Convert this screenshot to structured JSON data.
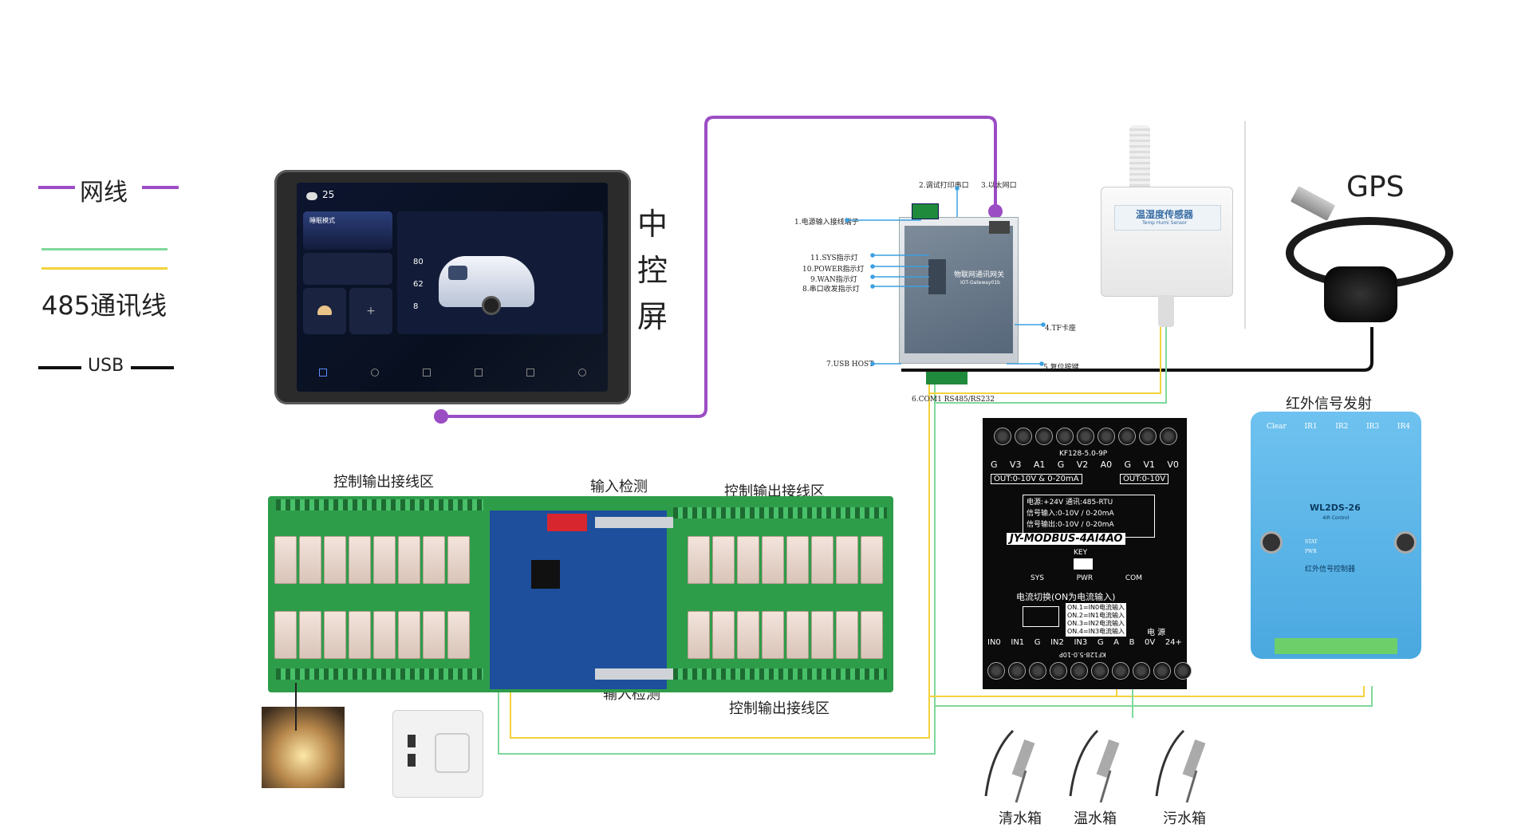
{
  "legend": {
    "network": "网线",
    "rs485": "485通讯线",
    "usb": "USB",
    "colors": {
      "network": "#9b4dc4",
      "rs485_a": "#7fd89c",
      "rs485_b": "#f2d23c",
      "usb": "#111111"
    }
  },
  "control_screen": {
    "label_chars": [
      "中",
      "控",
      "屏"
    ],
    "status_temp": "25",
    "mode_label": "睡眠模式",
    "card_labels": [
      "80",
      "62",
      "8"
    ],
    "nav_icons": [
      "home-icon",
      "bulb-icon",
      "climate-icon",
      "water-icon",
      "power-icon",
      "settings-icon"
    ]
  },
  "gateway": {
    "title": "物联网通讯网关",
    "subtitle": "IOT-Gateway01b",
    "callouts": [
      "1.电源输入接线端子",
      "2.调试打印串口",
      "3.以太网口",
      "4.TF卡座",
      "5.复位按键",
      "6.COM1 RS485/RS232",
      "7.USB HOST",
      "8.串口收发指示灯",
      "9.WAN指示灯",
      "10.POWER指示灯",
      "11.SYS指示灯"
    ]
  },
  "sensor": {
    "brand": "温湿度传感器",
    "brand_en": "Temp Humi Sensor"
  },
  "gps": {
    "label": "GPS"
  },
  "ir": {
    "title": "红外信号发射",
    "leds": [
      "Clear",
      "IR1",
      "IR2",
      "IR3",
      "IR4"
    ],
    "model": "WL2DS-26",
    "model_sub": "4IR Control",
    "body_text": "红外信号控制器",
    "status_leds": [
      "STAT",
      "PWR"
    ]
  },
  "io_module": {
    "top_header": "KF128-5.0-9P",
    "top_pins": [
      "G",
      "V3",
      "A1",
      "G",
      "V2",
      "A0",
      "G",
      "V1",
      "V0"
    ],
    "out_left": "OUT:0-10V & 0-20mA",
    "out_right": "OUT:0-10V",
    "spec_lines": [
      "电源:+24V 通讯:485-RTU",
      "信号输入:0-10V / 0-20mA",
      "信号输出:0-10V / 0-20mA"
    ],
    "model": "JY-MODBUS-4AI4AO",
    "key": "KEY",
    "leds": [
      "SYS",
      "PWR",
      "COM"
    ],
    "switch_title": "电流切换(ON为电流输入)",
    "switch_lines": [
      "ON.1=IN0电流输入",
      "ON.2=IN1电流输入",
      "ON.3=IN2电流输入",
      "ON.4=IN3电流输入"
    ],
    "power_label": "电 源",
    "bottom_pins": [
      "IN0",
      "IN1",
      "G",
      "IN2",
      "IN3",
      "G",
      "A",
      "B",
      "0V",
      "24+"
    ],
    "bottom_header": "KF128-5.0-10P"
  },
  "relay_board": {
    "top_left": "控制输出接线区",
    "top_mid": "输入检测",
    "top_right": "控制输出接线区",
    "bottom_mid": "输入检测",
    "bottom_right": "控制输出接线区"
  },
  "tanks": [
    "清水箱",
    "温水箱",
    "污水箱"
  ]
}
